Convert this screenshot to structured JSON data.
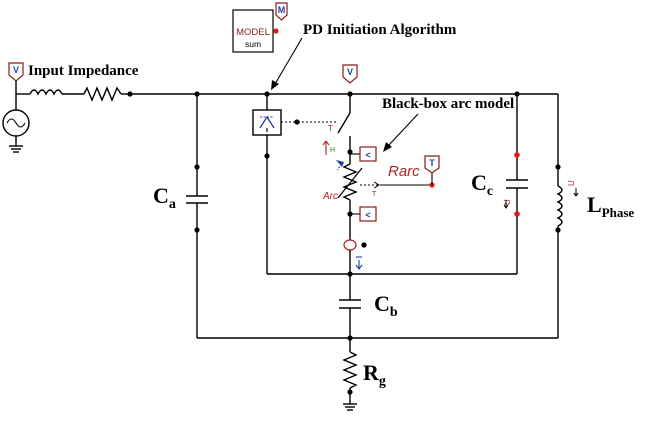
{
  "labels": {
    "input_impedance": "Input Impedance",
    "pd_initiation": "PD Initiation Algorithm",
    "black_box": "Black-box arc model",
    "ca_main": "C",
    "ca_sub": "a",
    "cb_main": "C",
    "cb_sub": "b",
    "cc_main": "C",
    "cc_sub": "c",
    "rg_main": "R",
    "rg_sub": "g",
    "lphase_main": "L",
    "lphase_sub": "Phase",
    "rarc": "Rarc",
    "arc_small": "Arc",
    "model_top": "MODEL",
    "model_bottom": "sum",
    "model_tag": "M",
    "probe_v": "V",
    "probe_t": "T",
    "probe_lt": "<",
    "switch_t": "T",
    "switch_h": "H",
    "cur_i": "I",
    "cur_u": "U"
  },
  "colors": {
    "wire": "#000000",
    "probe_border": "#8b1a1a",
    "probe_text": "#1f3da8",
    "red_node": "#e01b1b",
    "green": "#1a8a1a"
  }
}
